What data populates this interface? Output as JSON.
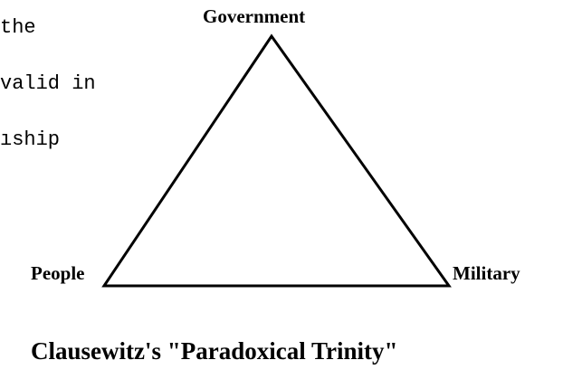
{
  "background_text": {
    "lines": [
      "the",
      "valid in",
      "ıship"
    ]
  },
  "diagram": {
    "vertices": {
      "top": "Government",
      "left": "People",
      "right": "Military"
    },
    "caption": "Clausewitz's \"Paradoxical Trinity\""
  },
  "colors": {
    "ink": "#000000",
    "background": "#ffffff"
  }
}
